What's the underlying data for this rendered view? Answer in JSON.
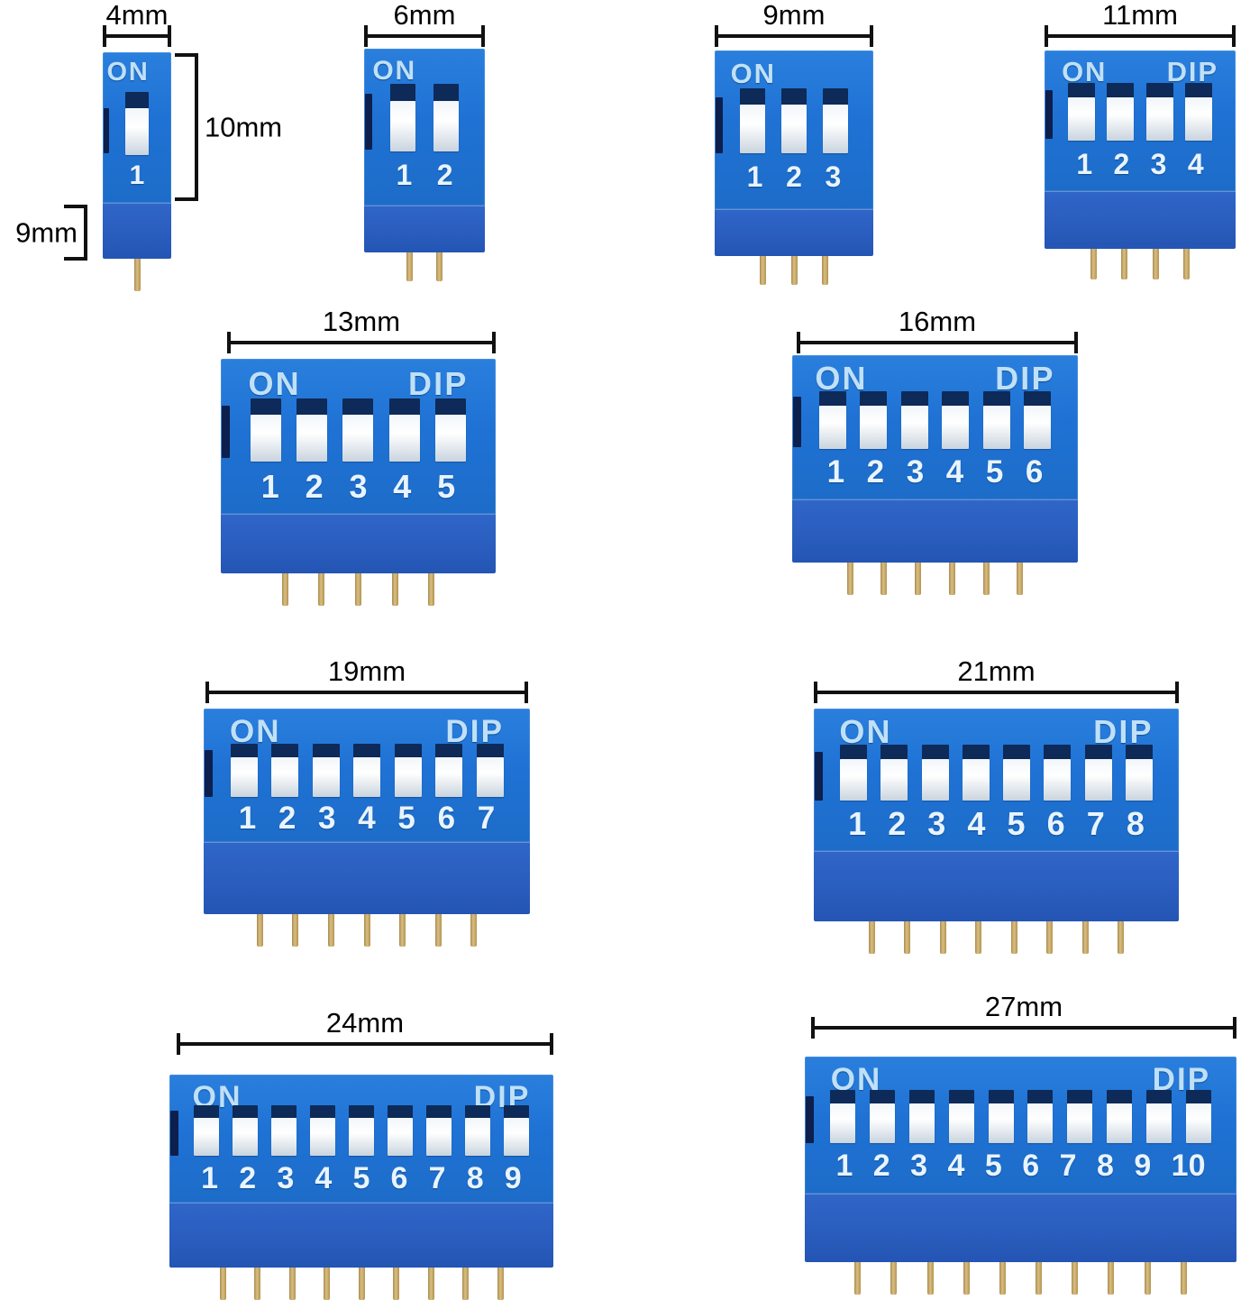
{
  "image": {
    "description": "Product image showing ten blue DIP switches of increasing position count with millimetre dimension callouts",
    "background_color": "#ffffff",
    "body_color": "#1f72d4",
    "base_color": "#2a5dbe",
    "pin_color": "#c9a96a",
    "legend_text_color": "#bfe0f7",
    "dimension_line_color": "#111111"
  },
  "labels": {
    "on": "ON",
    "dip": "DIP"
  },
  "switches": [
    {
      "id": "dip-switch-1-position",
      "positions": 1,
      "width_label": "4mm",
      "height_label": "10mm",
      "base_height_label": "9mm",
      "show_on": true,
      "show_dip": false,
      "numbers": [
        "1"
      ]
    },
    {
      "id": "dip-switch-2-position",
      "positions": 2,
      "width_label": "6mm",
      "show_on": true,
      "show_dip": false,
      "numbers": [
        "1",
        "2"
      ]
    },
    {
      "id": "dip-switch-3-position",
      "positions": 3,
      "width_label": "9mm",
      "show_on": true,
      "show_dip": false,
      "numbers": [
        "1",
        "2",
        "3"
      ]
    },
    {
      "id": "dip-switch-4-position",
      "positions": 4,
      "width_label": "11mm",
      "show_on": true,
      "show_dip": true,
      "numbers": [
        "1",
        "2",
        "3",
        "4"
      ]
    },
    {
      "id": "dip-switch-5-position",
      "positions": 5,
      "width_label": "13mm",
      "show_on": true,
      "show_dip": true,
      "numbers": [
        "1",
        "2",
        "3",
        "4",
        "5"
      ]
    },
    {
      "id": "dip-switch-6-position",
      "positions": 6,
      "width_label": "16mm",
      "show_on": true,
      "show_dip": true,
      "numbers": [
        "1",
        "2",
        "3",
        "4",
        "5",
        "6"
      ]
    },
    {
      "id": "dip-switch-7-position",
      "positions": 7,
      "width_label": "19mm",
      "show_on": true,
      "show_dip": true,
      "numbers": [
        "1",
        "2",
        "3",
        "4",
        "5",
        "6",
        "7"
      ]
    },
    {
      "id": "dip-switch-8-position",
      "positions": 8,
      "width_label": "21mm",
      "show_on": true,
      "show_dip": true,
      "numbers": [
        "1",
        "2",
        "3",
        "4",
        "5",
        "6",
        "7",
        "8"
      ]
    },
    {
      "id": "dip-switch-9-position",
      "positions": 9,
      "width_label": "24mm",
      "show_on": true,
      "show_dip": true,
      "numbers": [
        "1",
        "2",
        "3",
        "4",
        "5",
        "6",
        "7",
        "8",
        "9"
      ]
    },
    {
      "id": "dip-switch-10-position",
      "positions": 10,
      "width_label": "27mm",
      "show_on": true,
      "show_dip": true,
      "numbers": [
        "1",
        "2",
        "3",
        "4",
        "5",
        "6",
        "7",
        "8",
        "9",
        "10"
      ]
    }
  ]
}
